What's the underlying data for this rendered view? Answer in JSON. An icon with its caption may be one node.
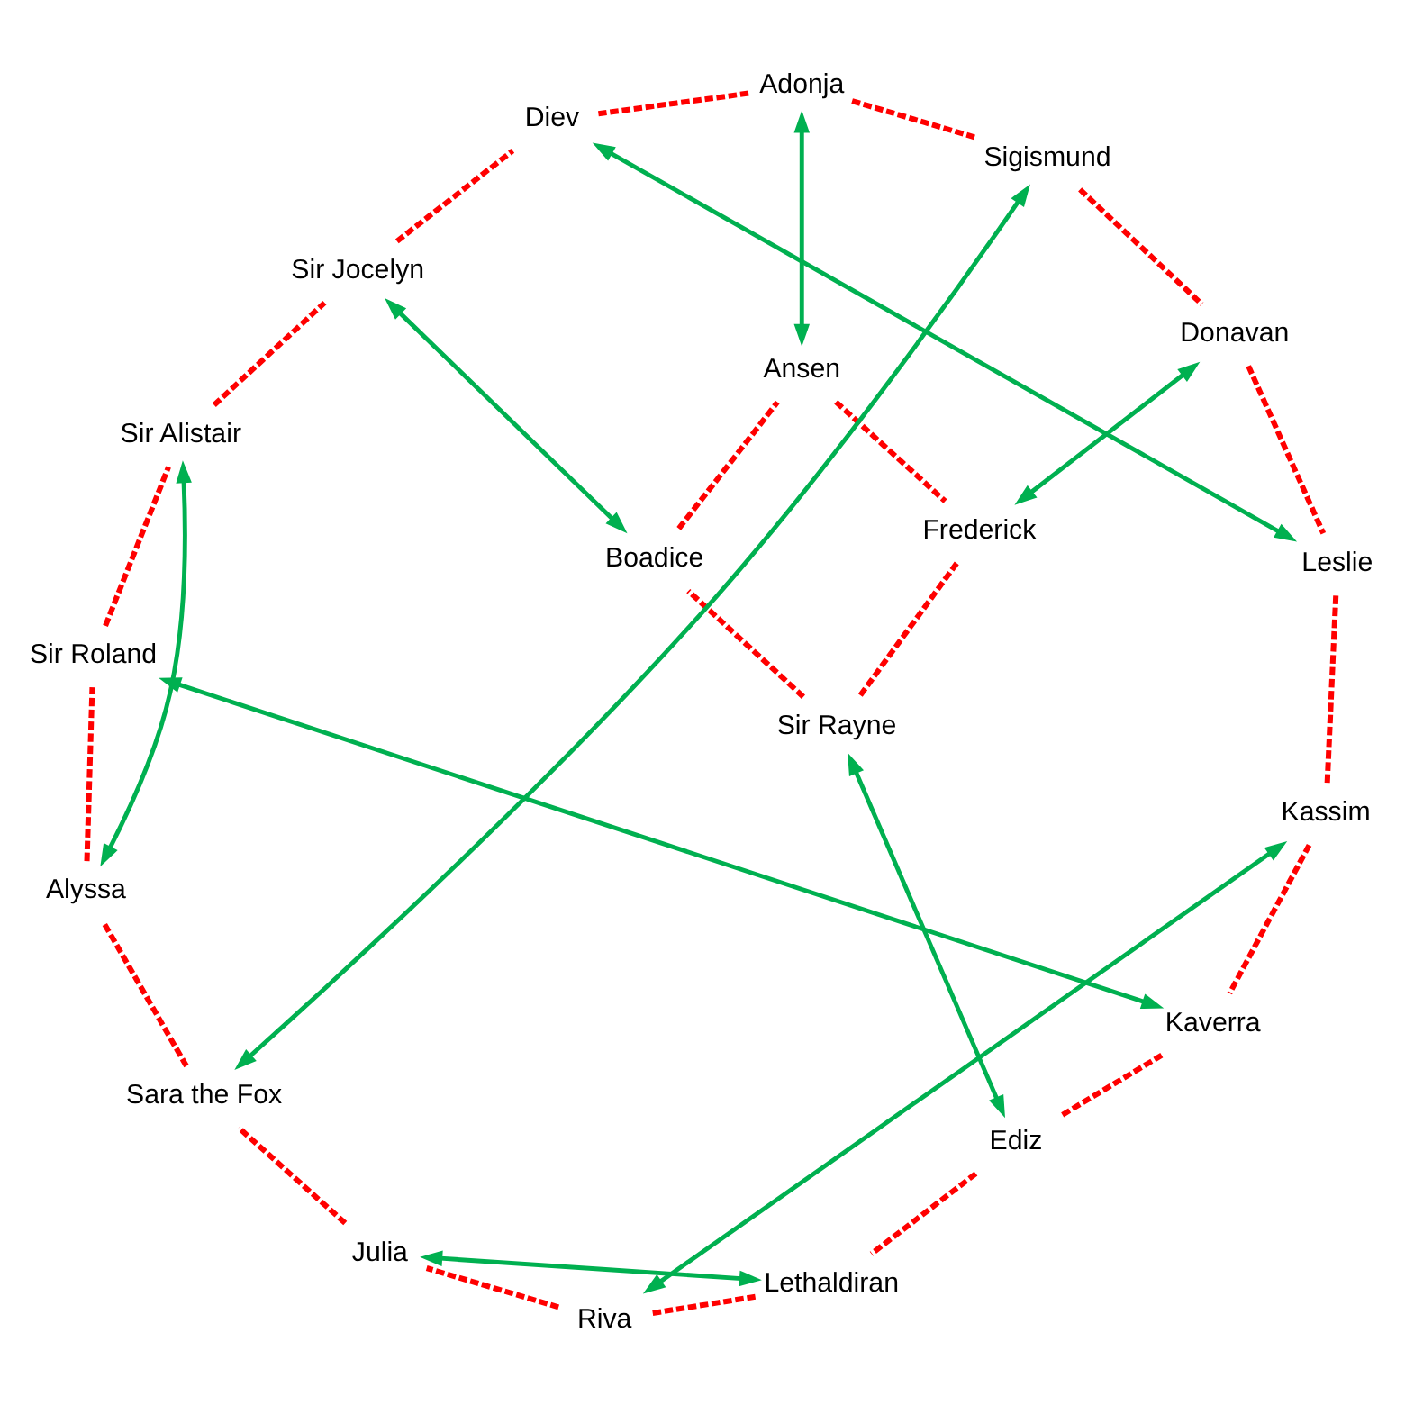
{
  "diagram": {
    "nodes": [
      {
        "text": [
          "Adonja"
        ]
      },
      {
        "text": [
          "Diev"
        ]
      },
      {
        "text": [
          "Sigismund"
        ]
      },
      {
        "text": [
          "Sir Jocelyn"
        ]
      },
      {
        "text": [
          "Donavan"
        ]
      },
      {
        "text": [
          "Sir Alistair"
        ]
      },
      {
        "text": [
          "Leslie"
        ]
      },
      {
        "text": [
          "Ansen"
        ]
      },
      {
        "text": [
          "Sir Roland"
        ]
      },
      {
        "text": [
          "Boadice"
        ]
      },
      {
        "text": [
          "Frederick"
        ]
      },
      {
        "text": [
          "Kassim"
        ]
      },
      {
        "text": [
          "Sir Rayne"
        ]
      },
      {
        "text": [
          "Alyssa"
        ]
      },
      {
        "text": [
          "Kaverra"
        ]
      },
      {
        "text": [
          "Sara the Fox"
        ]
      },
      {
        "text": [
          "Ediz"
        ]
      },
      {
        "text": [
          "Julia"
        ]
      },
      {
        "text": [
          "Lethaldiran"
        ]
      },
      {
        "text": [
          "Riva"
        ]
      }
    ],
    "edges": [
      {
        "from": 0,
        "to": 7,
        "arrow": "both",
        "color": "#00b050"
      },
      {
        "from": 1,
        "to": 6,
        "arrow": "both",
        "color": "#00b050"
      },
      {
        "from": 2,
        "to": 15,
        "arrow": "both",
        "color": "#00b050"
      },
      {
        "from": 3,
        "to": 9,
        "arrow": "both",
        "color": "#00b050"
      },
      {
        "from": 4,
        "to": 10,
        "arrow": "both",
        "color": "#00b050"
      },
      {
        "from": 5,
        "to": 13,
        "arrow": "both",
        "color": "#00b050"
      },
      {
        "from": 8,
        "to": 14,
        "arrow": "both",
        "color": "#00b050"
      },
      {
        "from": 11,
        "to": 19,
        "arrow": "both",
        "color": "#00b050"
      },
      {
        "from": 12,
        "to": 16,
        "arrow": "both",
        "color": "#00b050"
      },
      {
        "from": 17,
        "to": 18,
        "arrow": "both",
        "color": "#00b050"
      },
      {
        "from": 0,
        "to": 2,
        "arrow": "none",
        "style": "dashed",
        "color": "#ff0000"
      },
      {
        "from": 2,
        "to": 4,
        "arrow": "none",
        "style": "dashed",
        "color": "#ff0000"
      },
      {
        "from": 4,
        "to": 6,
        "arrow": "none",
        "style": "dashed",
        "color": "#ff0000"
      },
      {
        "from": 6,
        "to": 11,
        "arrow": "none",
        "style": "dashed",
        "color": "#ff0000"
      },
      {
        "from": 11,
        "to": 14,
        "arrow": "none",
        "style": "dashed",
        "color": "#ff0000"
      },
      {
        "from": 14,
        "to": 16,
        "arrow": "none",
        "style": "dashed",
        "color": "#ff0000"
      },
      {
        "from": 16,
        "to": 18,
        "arrow": "none",
        "style": "dashed",
        "color": "#ff0000"
      },
      {
        "from": 18,
        "to": 19,
        "arrow": "none",
        "style": "dashed",
        "color": "#ff0000"
      },
      {
        "from": 19,
        "to": 17,
        "arrow": "none",
        "style": "dashed",
        "color": "#ff0000"
      },
      {
        "from": 17,
        "to": 15,
        "arrow": "none",
        "style": "dashed",
        "color": "#ff0000"
      },
      {
        "from": 15,
        "to": 13,
        "arrow": "none",
        "style": "dashed",
        "color": "#ff0000"
      },
      {
        "from": 13,
        "to": 8,
        "arrow": "none",
        "style": "dashed",
        "color": "#ff0000"
      },
      {
        "from": 8,
        "to": 5,
        "arrow": "none",
        "style": "dashed",
        "color": "#ff0000"
      },
      {
        "from": 5,
        "to": 3,
        "arrow": "none",
        "style": "dashed",
        "color": "#ff0000"
      },
      {
        "from": 3,
        "to": 1,
        "arrow": "none",
        "style": "dashed",
        "color": "#ff0000"
      },
      {
        "from": 1,
        "to": 0,
        "arrow": "none",
        "style": "dashed",
        "color": "#ff0000"
      },
      {
        "from": 7,
        "to": 10,
        "arrow": "none",
        "style": "dashed",
        "color": "#ff0000"
      },
      {
        "from": 10,
        "to": 12,
        "arrow": "none",
        "style": "dashed",
        "color": "#ff0000"
      },
      {
        "from": 12,
        "to": 9,
        "arrow": "none",
        "style": "dashed",
        "color": "#ff0000"
      },
      {
        "from": 9,
        "to": 7,
        "arrow": "none",
        "style": "dashed",
        "color": "#ff0000"
      }
    ]
  }
}
